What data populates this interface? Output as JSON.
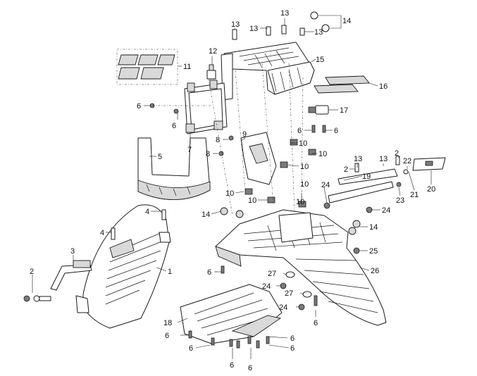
{
  "callouts": [
    {
      "id": "c1",
      "label": "1"
    },
    {
      "id": "c2a",
      "label": "2"
    },
    {
      "id": "c2b",
      "label": "2"
    },
    {
      "id": "c2c",
      "label": "2"
    },
    {
      "id": "c3",
      "label": "3"
    },
    {
      "id": "c4a",
      "label": "4"
    },
    {
      "id": "c4b",
      "label": "4"
    },
    {
      "id": "c5",
      "label": "5"
    },
    {
      "id": "c6a",
      "label": "6"
    },
    {
      "id": "c6b",
      "label": "6"
    },
    {
      "id": "c6c",
      "label": "6"
    },
    {
      "id": "c6d",
      "label": "6"
    },
    {
      "id": "c6e",
      "label": "6"
    },
    {
      "id": "c6f",
      "label": "6"
    },
    {
      "id": "c6g",
      "label": "6"
    },
    {
      "id": "c6h",
      "label": "6"
    },
    {
      "id": "c6i",
      "label": "6"
    },
    {
      "id": "c6j",
      "label": "6"
    },
    {
      "id": "c6k",
      "label": "6"
    },
    {
      "id": "c6l",
      "label": "6"
    },
    {
      "id": "c7",
      "label": "7"
    },
    {
      "id": "c8a",
      "label": "8"
    },
    {
      "id": "c8b",
      "label": "8"
    },
    {
      "id": "c9",
      "label": "9"
    },
    {
      "id": "c10a",
      "label": "10"
    },
    {
      "id": "c10b",
      "label": "10"
    },
    {
      "id": "c10c",
      "label": "10"
    },
    {
      "id": "c10d",
      "label": "10"
    },
    {
      "id": "c10e",
      "label": "10"
    },
    {
      "id": "c10f",
      "label": "10"
    },
    {
      "id": "c10g",
      "label": "10"
    },
    {
      "id": "c11",
      "label": "11"
    },
    {
      "id": "c12",
      "label": "12"
    },
    {
      "id": "c13a",
      "label": "13"
    },
    {
      "id": "c13b",
      "label": "13"
    },
    {
      "id": "c13c",
      "label": "13"
    },
    {
      "id": "c13d",
      "label": "13"
    },
    {
      "id": "c13e",
      "label": "13"
    },
    {
      "id": "c13f",
      "label": "13"
    },
    {
      "id": "c14a",
      "label": "14"
    },
    {
      "id": "c14b",
      "label": "14"
    },
    {
      "id": "c14c",
      "label": "14"
    },
    {
      "id": "c15",
      "label": "15"
    },
    {
      "id": "c16",
      "label": "16"
    },
    {
      "id": "c17",
      "label": "17"
    },
    {
      "id": "c18",
      "label": "18"
    },
    {
      "id": "c19",
      "label": "19"
    },
    {
      "id": "c20",
      "label": "20"
    },
    {
      "id": "c21",
      "label": "21"
    },
    {
      "id": "c22",
      "label": "22"
    },
    {
      "id": "c23",
      "label": "23"
    },
    {
      "id": "c24a",
      "label": "24"
    },
    {
      "id": "c24b",
      "label": "24"
    },
    {
      "id": "c24c",
      "label": "24"
    },
    {
      "id": "c24d",
      "label": "24"
    },
    {
      "id": "c25",
      "label": "25"
    },
    {
      "id": "c26",
      "label": "26"
    },
    {
      "id": "c27a",
      "label": "27"
    },
    {
      "id": "c27b",
      "label": "27"
    }
  ],
  "colors": {
    "line": "#1a1a1a",
    "shade": "#d9d9d9",
    "background": "#ffffff"
  }
}
